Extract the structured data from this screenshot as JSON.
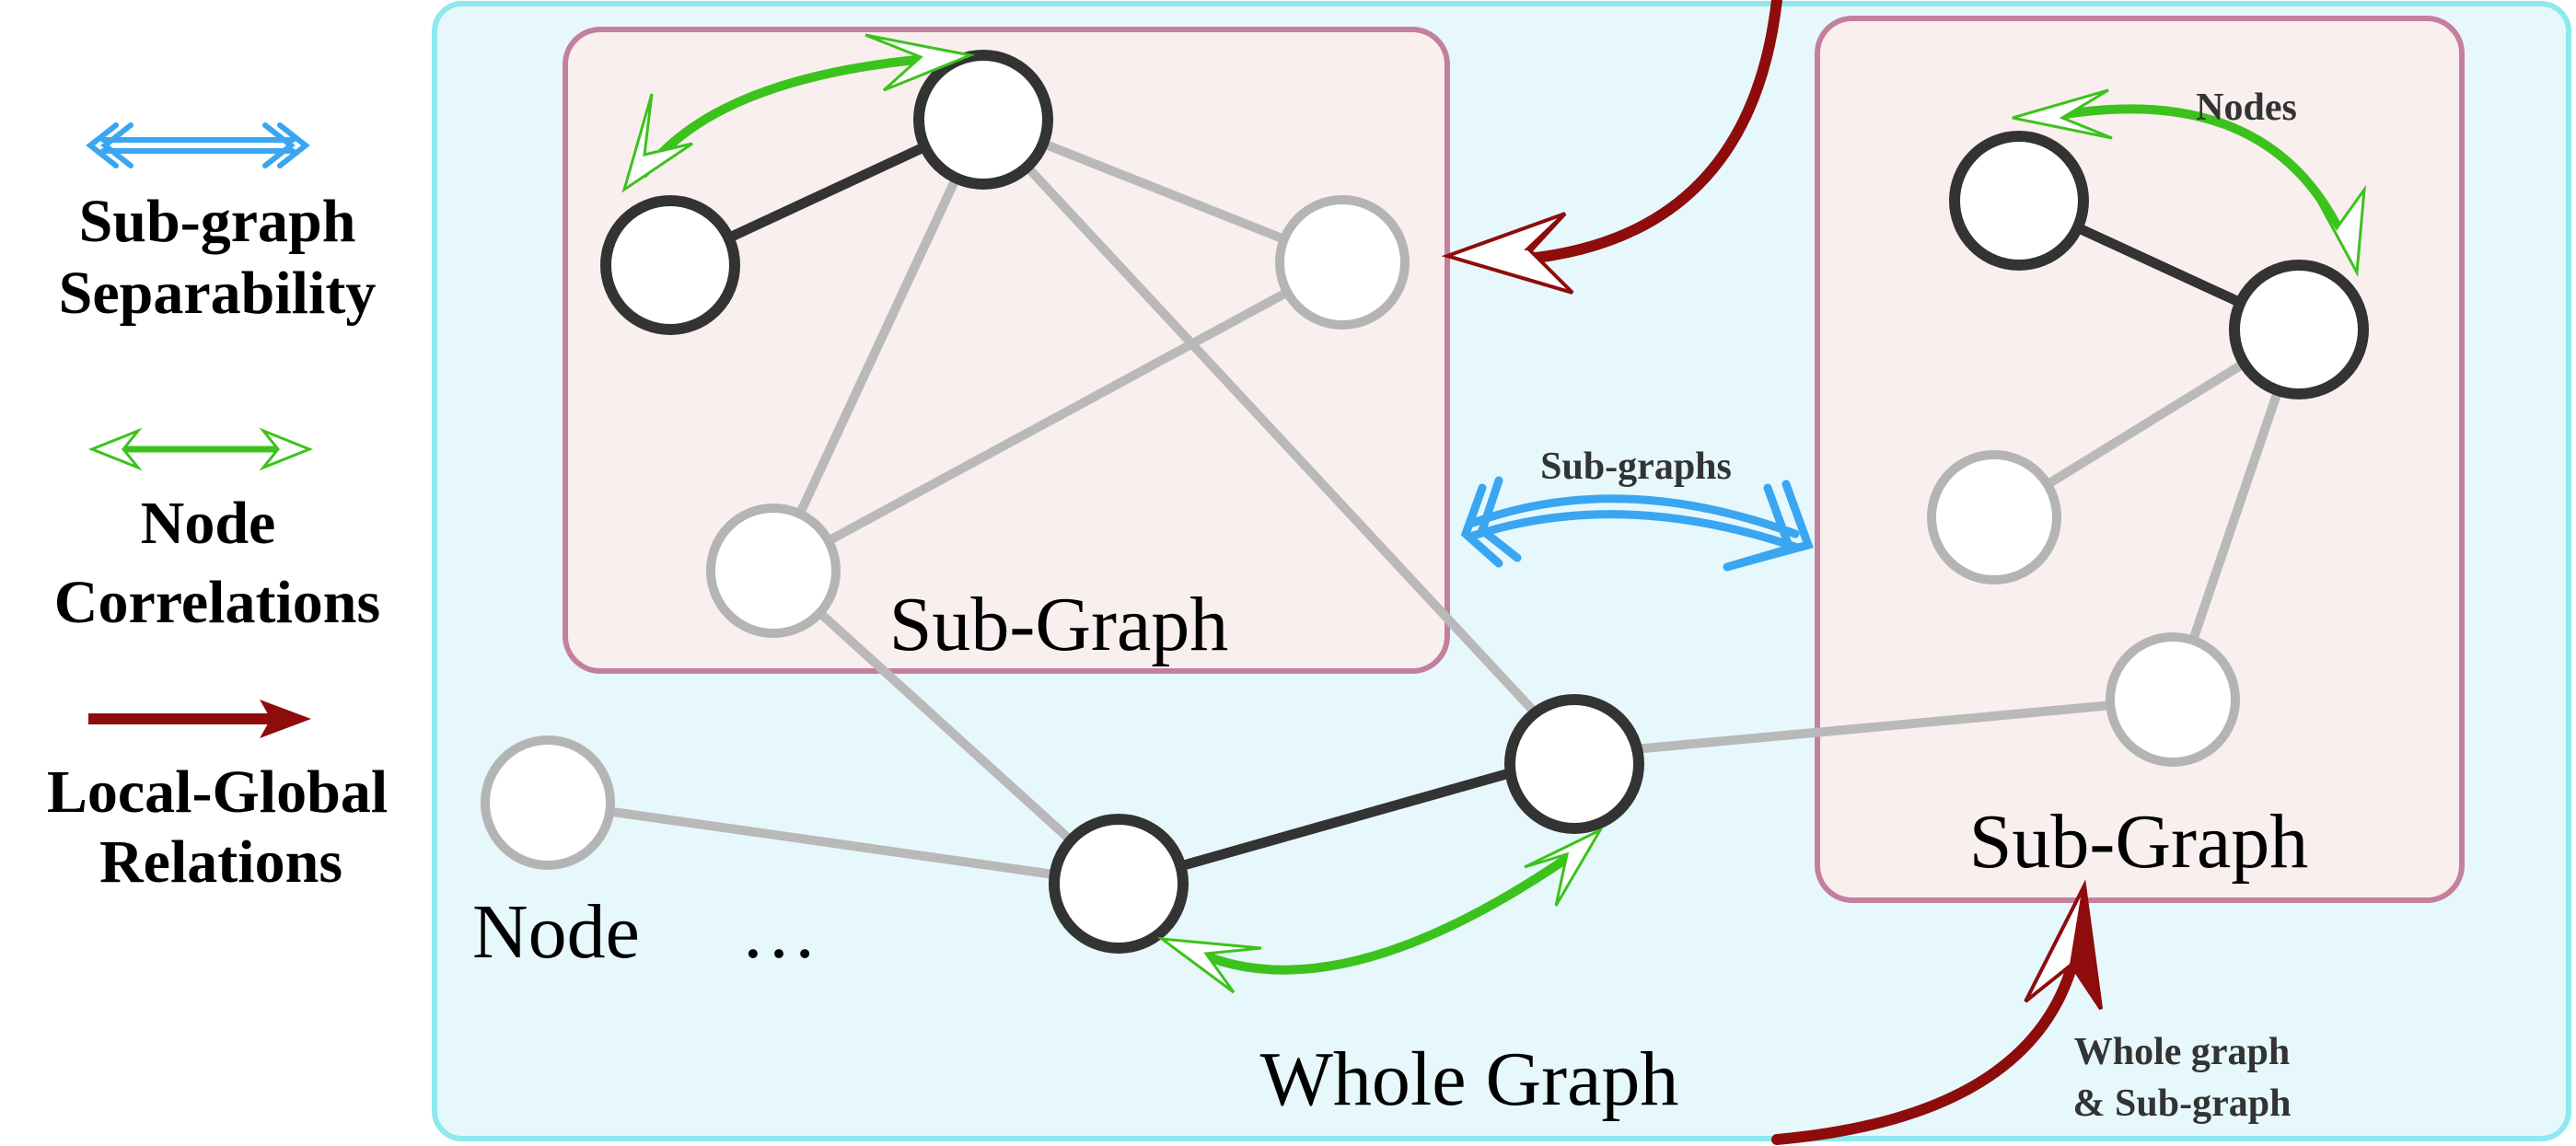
{
  "legend": {
    "separability": {
      "line1": "Sub-graph",
      "line2": "Separability"
    },
    "correlations": {
      "line1": "Node",
      "line2": "Correlations"
    },
    "relations": {
      "line1": "Local-Global",
      "line2": "Relations"
    }
  },
  "labels": {
    "subgraph_left": "Sub-Graph",
    "subgraph_right": "Sub-Graph",
    "whole_graph": "Whole Graph",
    "node": "Node",
    "ellipsis": "…",
    "sub_graphs": "Sub-graphs",
    "nodes": "Nodes",
    "whole_and_sub_line1": "Whole graph",
    "whole_and_sub_line2": "& Sub-graph"
  },
  "colors": {
    "whole_graph_fill": "#e6f8fc",
    "whole_graph_stroke": "#8ee9ee",
    "subgraph_fill": "#f8efee",
    "subgraph_stroke": "#c57f9e",
    "active_node_stroke": "#333333",
    "inactive_node_stroke": "#b4b4b4",
    "separability_arrow": "#3aa6f2",
    "correlation_arrow": "#3cc21c",
    "relation_arrow": "#8e0c0c"
  }
}
